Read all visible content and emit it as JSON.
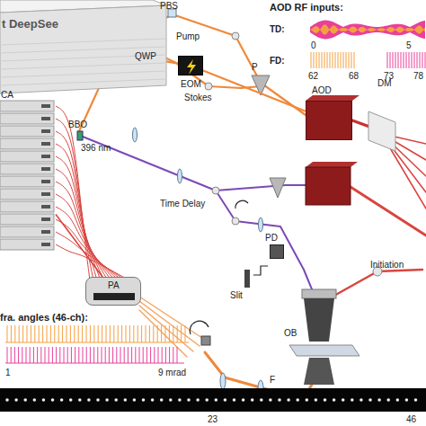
{
  "diagram": {
    "nodes": [
      {
        "text": [
          "t DeepSee"
        ]
      },
      {
        "text": [
          "EOM"
        ]
      },
      {
        "text": [
          "AOD"
        ]
      },
      {
        "text": [
          "CA"
        ]
      },
      {
        "text": [
          "PA"
        ]
      },
      {
        "text": [
          "PD"
        ]
      }
    ],
    "edges": [
      {
        "from": 0,
        "to": 1,
        "arrow": "none"
      },
      {
        "from": 1,
        "to": 2,
        "arrow": "none"
      },
      {
        "from": 3,
        "to": 4,
        "arrow": "none"
      }
    ],
    "labels": [
      "AOD RF inputs:",
      "TD:",
      "0",
      "5",
      "FD:",
      "62",
      "68",
      "73",
      "78",
      "PBS",
      "Pump",
      "QWP",
      "Stokes",
      "P",
      "DM",
      "BBO",
      "396 nm",
      "Time Delay",
      "Initiation",
      "Slit",
      "OB",
      "F",
      "fra. angles (46-ch):",
      "1",
      "9 mrad",
      "23",
      "46"
    ]
  }
}
